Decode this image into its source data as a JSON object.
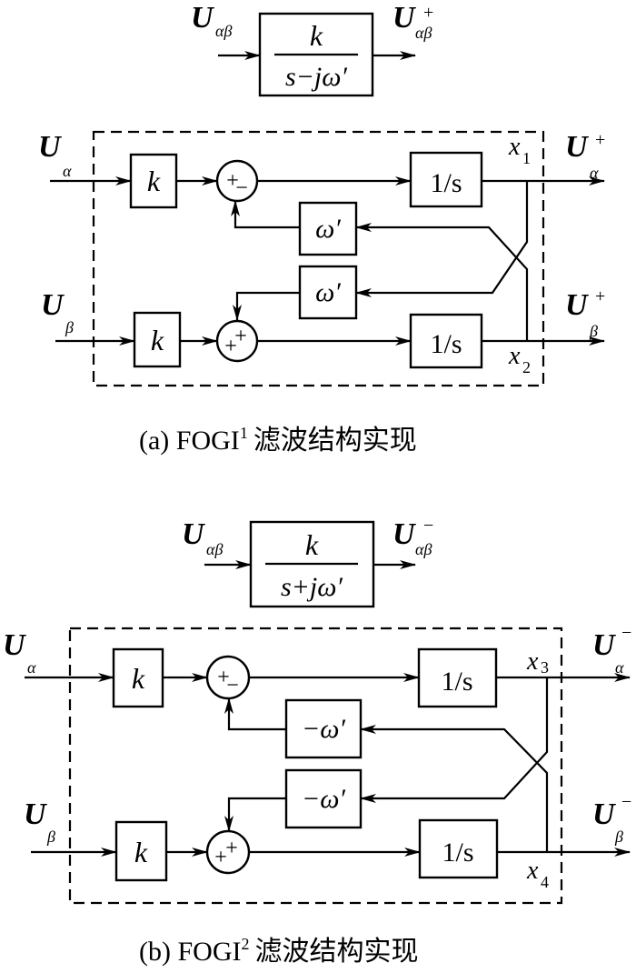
{
  "figure": {
    "panel_a": {
      "caption": {
        "prefix": "(a) FOGI",
        "sup": "1",
        "suffix": "滤波结构实现"
      },
      "transfer_block": {
        "input": {
          "main": "U",
          "sub": "αβ"
        },
        "numerator": "k",
        "denominator": "s−jω′",
        "output": {
          "main": "U",
          "sub": "αβ",
          "sup": "+"
        }
      },
      "inputs": [
        {
          "main": "U",
          "sub": "α"
        },
        {
          "main": "U",
          "sub": "β"
        }
      ],
      "outputs": [
        {
          "main": "U",
          "sub": "α",
          "sup": "+"
        },
        {
          "main": "U",
          "sub": "β",
          "sup": "+"
        }
      ],
      "gain_label": "k",
      "integrator_label": "1/s",
      "feedback_gain": "ω′",
      "states": [
        {
          "main": "x",
          "sub": "1"
        },
        {
          "main": "x",
          "sub": "2"
        }
      ],
      "sum_top_signs": [
        "+",
        "−"
      ],
      "sum_bottom_signs": [
        "+",
        "+"
      ]
    },
    "panel_b": {
      "caption": {
        "prefix": "(b) FOGI",
        "sup": "2",
        "suffix": "滤波结构实现"
      },
      "transfer_block": {
        "input": {
          "main": "U",
          "sub": "αβ"
        },
        "numerator": "k",
        "denominator": "s+jω′",
        "output": {
          "main": "U",
          "sub": "αβ",
          "sup": "−"
        }
      },
      "inputs": [
        {
          "main": "U",
          "sub": "α"
        },
        {
          "main": "U",
          "sub": "β"
        }
      ],
      "outputs": [
        {
          "main": "U",
          "sub": "α",
          "sup": "−"
        },
        {
          "main": "U",
          "sub": "β",
          "sup": "−"
        }
      ],
      "gain_label": "k",
      "integrator_label": "1/s",
      "feedback_gain": "−ω′",
      "states": [
        {
          "main": "x",
          "sub": "3"
        },
        {
          "main": "x",
          "sub": "4"
        }
      ],
      "sum_top_signs": [
        "+",
        "−"
      ],
      "sum_bottom_signs": [
        "+",
        "+"
      ]
    }
  }
}
